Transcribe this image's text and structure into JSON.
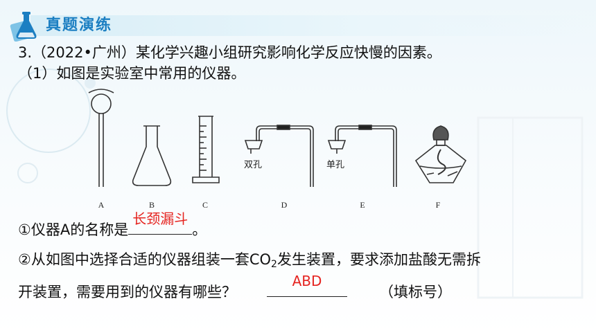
{
  "header": {
    "title": "真题演练",
    "icon": "flask-icon"
  },
  "question": {
    "line1": "3.（2022•广州）某化学兴趣小组研究影响化学反应快慢的因素。",
    "line2": "（1）如图是实验室中常用的仪器。"
  },
  "figure": {
    "labels": {
      "a": "A",
      "b": "B",
      "c": "C",
      "d": "D",
      "e": "E",
      "f": "F"
    },
    "stopper_d": "双孔",
    "stopper_e": "单孔"
  },
  "sub1": {
    "prefix": "①仪器A的名称是",
    "answer": "长颈漏斗",
    "suffix": "。"
  },
  "sub2": {
    "line1_before": "②从如图中选择合适的仪器组装一套CO",
    "subscript": "2",
    "line1_after": "发生装置，要求添加盐酸无需拆",
    "line2_prefix": "开装置，需要用到的仪器有哪些？",
    "answer": "ABD",
    "hint": "（填标号）"
  },
  "colors": {
    "accent": "#1c7fc2",
    "answer": "#e52420"
  }
}
